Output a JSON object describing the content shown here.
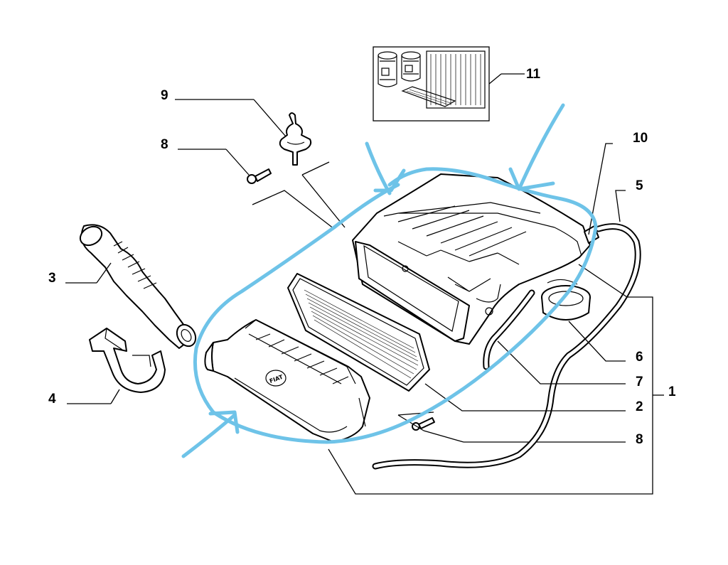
{
  "callouts": {
    "c1": "1",
    "c2": "2",
    "c3": "3",
    "c4": "4",
    "c5": "5",
    "c6": "6",
    "c7": "7",
    "c8a": "8",
    "c8b": "8",
    "c9": "9",
    "c10": "10",
    "c11": "11"
  },
  "logo_text": "FIAT",
  "colors": {
    "annotation": "#6ec3e8",
    "line": "#000000",
    "background": "#ffffff"
  }
}
